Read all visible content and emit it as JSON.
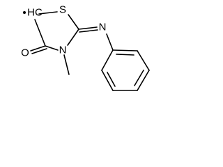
{
  "molecule": {
    "atoms": {
      "carbon_radical": "HC",
      "sulfur": "S",
      "imine_nitrogen": "N",
      "ring_nitrogen": "N",
      "carbonyl_oxygen": "O"
    },
    "substituents": {
      "methyl_bond_count": 1,
      "phenyl_ring": true
    },
    "radical": {
      "symbol": "•"
    }
  }
}
